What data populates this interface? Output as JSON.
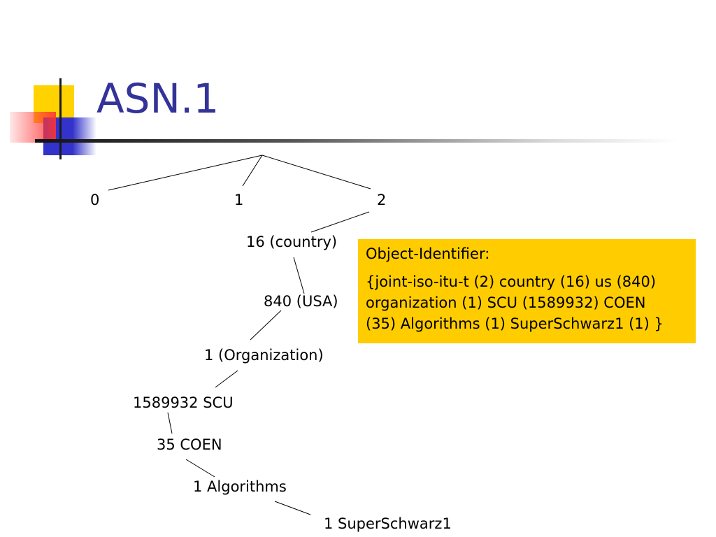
{
  "slide": {
    "title": "ASN.1"
  },
  "tree": {
    "nodes": {
      "n0": "0",
      "n1": "1",
      "n2": "2",
      "country": "16 (country)",
      "usa": "840 (USA)",
      "organization": "1 (Organization)",
      "scu": "1589932 SCU",
      "coen": "35 COEN",
      "algorithms": "1 Algorithms",
      "superschwarz": "1 SuperSchwarz1"
    }
  },
  "callout": {
    "label": "Object-Identifier:",
    "value_lines": [
      "{joint-iso-itu-t (2) country (16) us (840)",
      "organization (1) SCU (1589932) COEN",
      "(35) Algorithms (1) SuperSchwarz1 (1) }"
    ]
  },
  "colors": {
    "title": "#333399",
    "callout_background": "#ffcc00",
    "accent_yellow": "#ffd200",
    "accent_blue": "#3333cc",
    "accent_red": "#ff3333"
  }
}
